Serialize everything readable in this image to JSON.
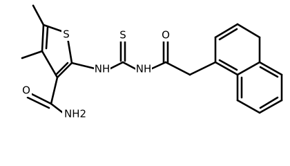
{
  "atom_labels": {
    "sulfur_ring": "S",
    "nh_left": "NH",
    "sulfur_thiocarbonyl": "S",
    "nh_right": "NH",
    "oxygen_acyl": "O",
    "oxygen_amide": "O",
    "amide_nh2": "NH2"
  },
  "colors": {
    "bond": "#000000",
    "label": "#000000",
    "background": "#ffffff"
  }
}
